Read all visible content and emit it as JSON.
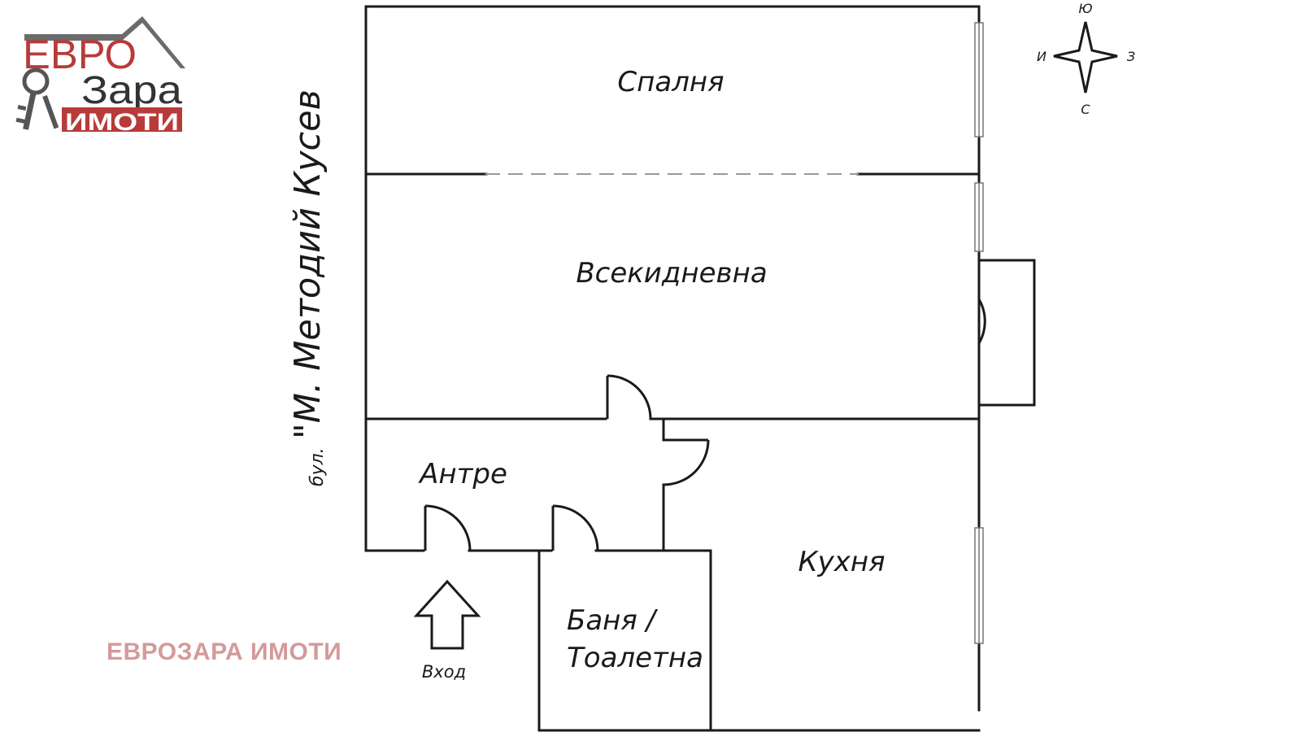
{
  "logo": {
    "line1": "ЕВРО",
    "line2": "Зара",
    "line3": "ИМОТИ",
    "colors": {
      "red": "#b83a3a",
      "dark": "#333333"
    }
  },
  "street": {
    "prefix": "бул.",
    "name": "\"М. Методий Кусев"
  },
  "rooms": {
    "bedroom": "Спалня",
    "living_room": "Всекидневна",
    "entrance_hall": "Антре",
    "kitchen": "Кухня",
    "bathroom_line1": "Баня /",
    "bathroom_line2": "Тоалетна"
  },
  "entrance": {
    "label": "Вход",
    "icon": "arrow-up-icon"
  },
  "compass": {
    "north": "Ю",
    "east": "З",
    "west": "И",
    "south": "С",
    "icon": "compass-star-icon"
  },
  "watermark": "ЕВРОЗАРА ИМОТИ",
  "colors": {
    "wall": "#1a1a1a",
    "window": "#888888",
    "watermark": "#d49a9a"
  }
}
